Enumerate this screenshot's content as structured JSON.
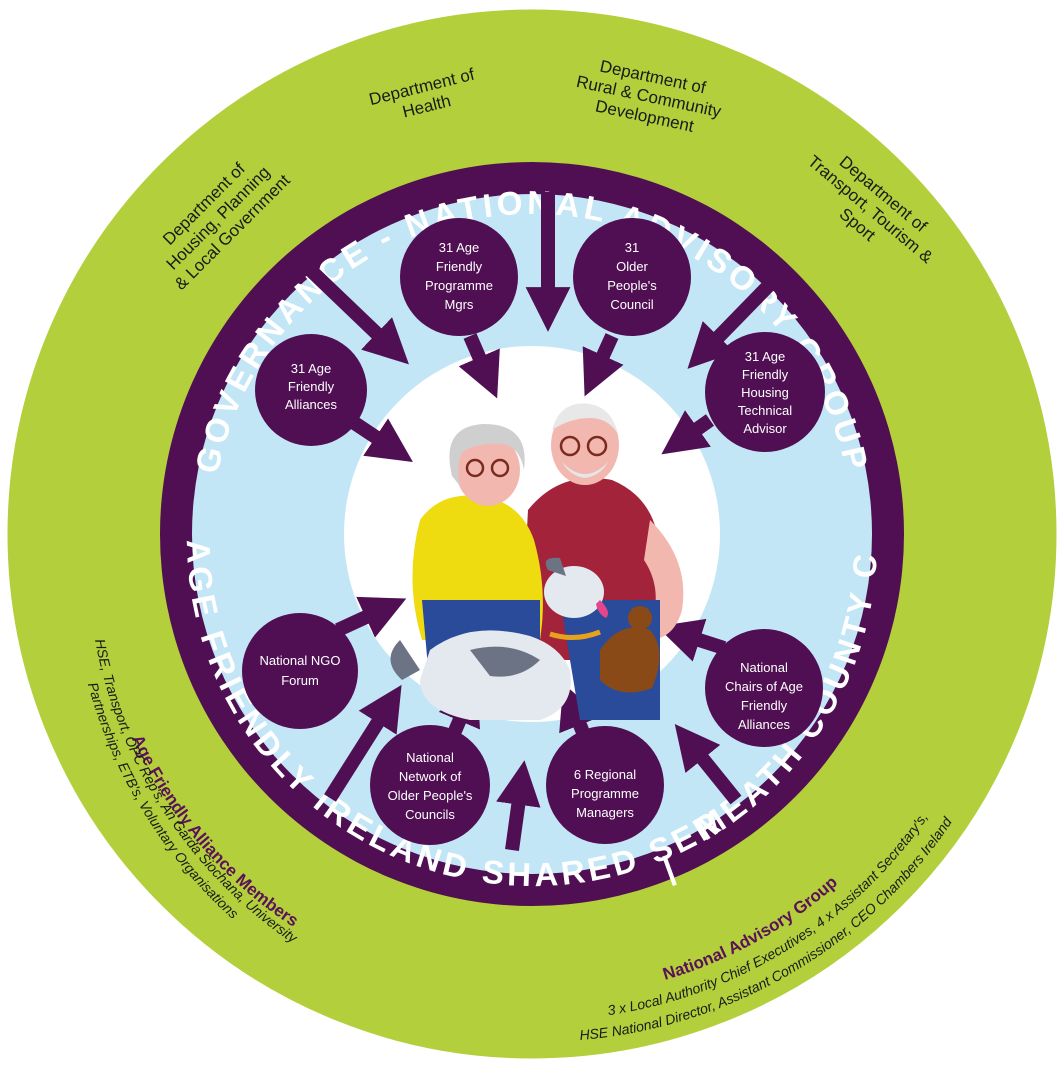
{
  "colors": {
    "outer_ring": "#b3cf3b",
    "band": "#4f0f52",
    "inner_field": "#c3e6f6",
    "node": "#4f0f52",
    "text_dark": "#1a1a1a",
    "member_title": "#5a1158"
  },
  "departments": [
    {
      "id": "housing",
      "lines": [
        "Department of",
        "Housing, Planning",
        "& Local Government"
      ]
    },
    {
      "id": "health",
      "lines": [
        "Department of",
        "Health"
      ]
    },
    {
      "id": "rural",
      "lines": [
        "Department of",
        "Rural & Community",
        "Development"
      ]
    },
    {
      "id": "transport",
      "lines": [
        "Department of",
        "Transport, Tourism &",
        "Sport"
      ]
    }
  ],
  "band": {
    "top": "GOVERNANCE - NATIONAL ADVISORY GROUP",
    "left": "AGE FRIENDLY IRELAND SHARED SERVICE",
    "separator": "|",
    "right": "MEATH COUNTY COUNCIL"
  },
  "nodes": [
    {
      "id": "alliances",
      "lines": [
        "31 Age",
        "Friendly",
        "Alliances"
      ]
    },
    {
      "id": "programme-mgrs",
      "lines": [
        "31 Age",
        "Friendly",
        "Programme",
        "Mgrs"
      ]
    },
    {
      "id": "opc",
      "lines": [
        "31",
        "Older",
        "People's",
        "Council"
      ]
    },
    {
      "id": "housing-advisor",
      "lines": [
        "31 Age",
        "Friendly",
        "Housing",
        "Technical",
        "Advisor"
      ]
    },
    {
      "id": "ngo-forum",
      "lines": [
        "National NGO",
        "Forum"
      ]
    },
    {
      "id": "network-opc",
      "lines": [
        "National",
        "Network of",
        "Older People's",
        "Councils"
      ]
    },
    {
      "id": "regional-mgrs",
      "lines": [
        "6 Regional",
        "Programme",
        "Managers"
      ]
    },
    {
      "id": "chairs",
      "lines": [
        "National",
        "Chairs of Age",
        "Friendly",
        "Alliances"
      ]
    }
  ],
  "members_left": {
    "title": "Age Friendly Alliance Members",
    "lines": [
      "HSE, Transport, OPC Rep's, An Garda Siochana, University",
      "Partnerships, ETB's, Voluntary Organisations"
    ]
  },
  "members_right": {
    "title": "National Advisory Group",
    "lines": [
      "3 x Local Authority Chief Executives, 4 x Assistant Secretary's,",
      "HSE National Director, Assistant Commissioner, CEO Chambers Ireland"
    ]
  }
}
